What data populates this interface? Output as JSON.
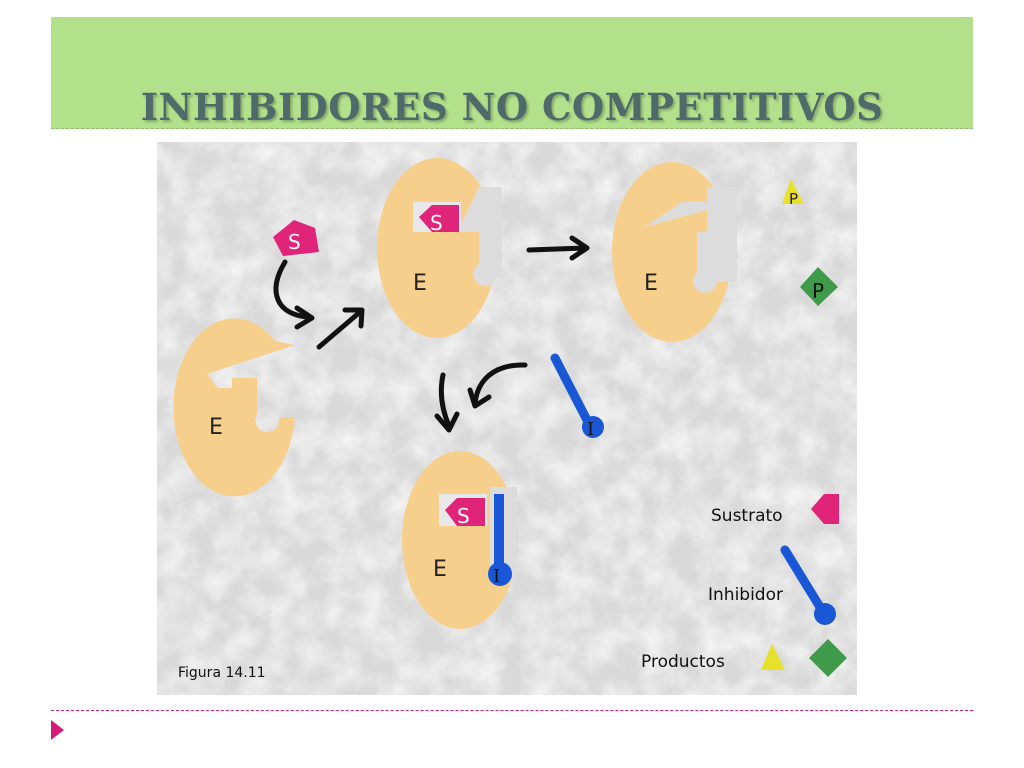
{
  "slide": {
    "title": "INHIBIDORES NO COMPETITIVOS"
  },
  "diagram": {
    "enzyme_label": "E",
    "substrate_label": "S",
    "inhibitor_label": "I",
    "product_label": "P",
    "figure_caption": "Figura 14.11",
    "legend": {
      "substrate": "Sustrato",
      "inhibitor": "Inhibidor",
      "products": "Productos"
    }
  },
  "colors": {
    "title_band": "#b2e08b",
    "title_text": "#4e6a6a",
    "enzyme": "#f6cf8d",
    "substrate": "#e0247a",
    "inhibitor": "#1a57d6",
    "product_triangle": "#e7e12a",
    "product_diamond": "#3f9a4a",
    "accent": "#d81b7a"
  }
}
